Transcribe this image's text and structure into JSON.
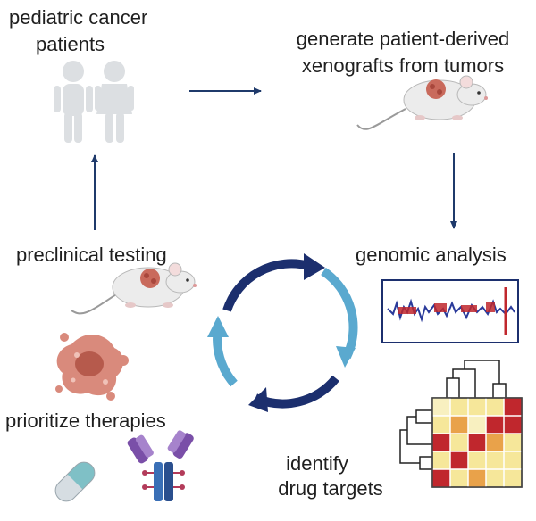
{
  "labels": {
    "patients_line1": "pediatric cancer",
    "patients_line2": "patients",
    "xeno_line1": "generate patient-derived",
    "xeno_line2": "xenografts from tumors",
    "genomic": "genomic analysis",
    "preclinical": "preclinical testing",
    "prioritize": "prioritize therapies",
    "identify_line1": "identify",
    "identify_line2": "drug targets"
  },
  "icons": [
    "children-silhouettes-icon",
    "mouse-with-tumor-icon",
    "genomic-plot-icon",
    "heatmap-dendrogram-icon",
    "tumor-cells-icon",
    "pill-capsule-icon",
    "antibody-icon",
    "cycle-arrows-icon"
  ],
  "colors": {
    "arrow_navy": "#1f3a6b",
    "cycle_dark": "#1c2f6e",
    "cycle_light": "#5aa9cf",
    "tumor": "#c96a5c",
    "heatmap_red": "#c0272d",
    "heatmap_yellow": "#f6e79a"
  }
}
